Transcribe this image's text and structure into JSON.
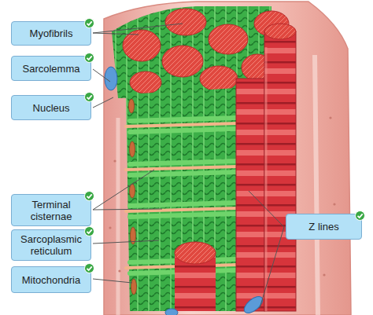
{
  "diagram": {
    "nodes": [
      {
        "text": [
          "Myofibrils"
        ]
      },
      {
        "text": [
          "Sarcolemma"
        ]
      },
      {
        "text": [
          "Nucleus"
        ]
      },
      {
        "text": [
          "Terminal cisternae"
        ]
      },
      {
        "text": [
          "Sarcoplasmic reticulum"
        ]
      },
      {
        "text": [
          "Mitochondria"
        ]
      },
      {
        "text": [
          "Z lines"
        ]
      }
    ]
  }
}
